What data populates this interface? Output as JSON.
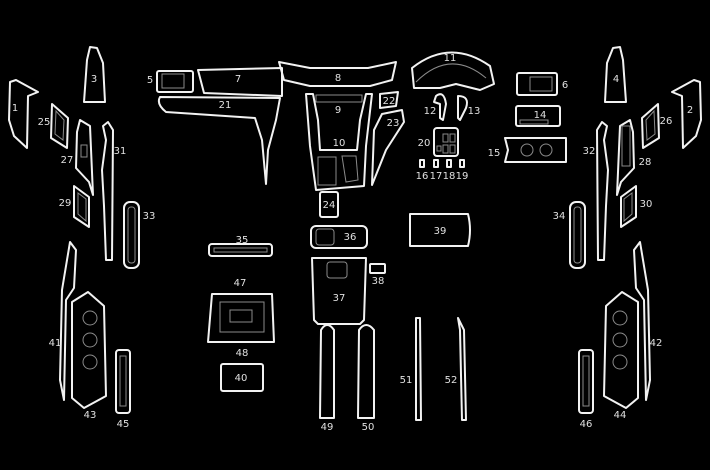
{
  "diagram": {
    "title": "Interior trim parts layout",
    "labels": {
      "p1": "1",
      "p2": "2",
      "p3": "3",
      "p4": "4",
      "p5": "5",
      "p6": "6",
      "p7": "7",
      "p8": "8",
      "p9": "9",
      "p10": "10",
      "p11": "11",
      "p12": "12",
      "p13": "13",
      "p14": "14",
      "p15": "15",
      "p16": "16",
      "p17": "17",
      "p18": "18",
      "p19": "19",
      "p20": "20",
      "p21": "21",
      "p22": "22",
      "p23": "23",
      "p24": "24",
      "p25": "25",
      "p26": "26",
      "p27": "27",
      "p28": "28",
      "p29": "29",
      "p30": "30",
      "p31": "31",
      "p32": "32",
      "p33": "33",
      "p34": "34",
      "p35": "35",
      "p36": "36",
      "p37": "37",
      "p38": "38",
      "p39": "39",
      "p40": "40",
      "p41": "41",
      "p42": "42",
      "p43": "43",
      "p44": "44",
      "p45": "45",
      "p46": "46",
      "p47": "47",
      "p48": "48",
      "p49": "49",
      "p50": "50",
      "p51": "51",
      "p52": "52"
    },
    "colors": {
      "background": "#000000",
      "outline": "#f2f2f2",
      "label": "#e0e0e0"
    }
  }
}
